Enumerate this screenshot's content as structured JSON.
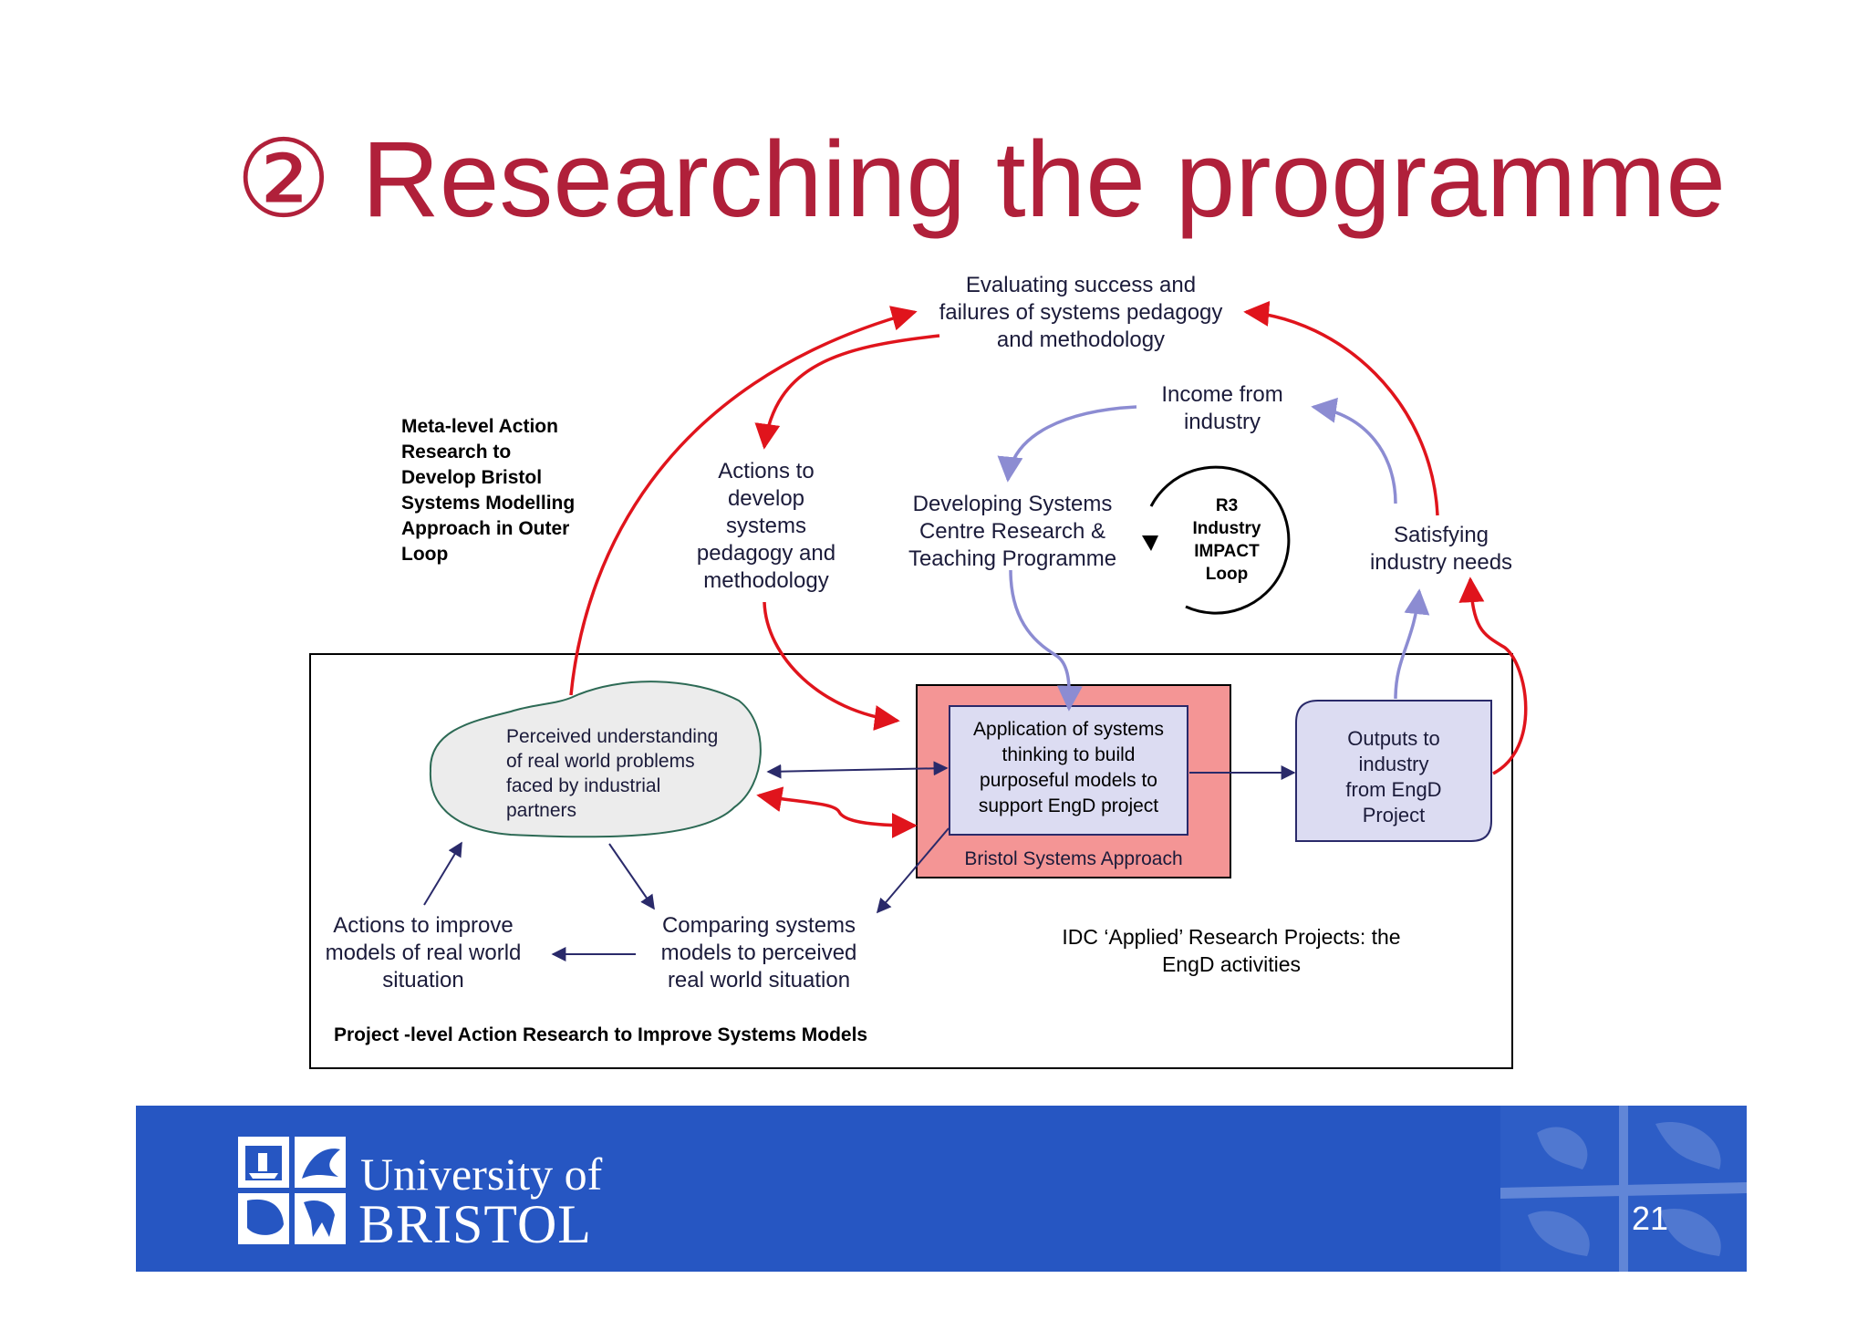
{
  "slide": {
    "title": "② Researching the programme",
    "page_number": "21"
  },
  "nodes": {
    "evaluating": [
      "Evaluating success and",
      "failures of systems pedagogy",
      "and methodology"
    ],
    "income": [
      "Income from",
      "industry"
    ],
    "meta_level": [
      "Meta-level Action",
      "Research to",
      "Develop Bristol",
      "Systems  Modelling",
      "Approach in Outer",
      "Loop"
    ],
    "actions_develop": [
      "Actions to",
      "develop",
      "systems",
      "pedagogy and",
      "methodology"
    ],
    "developing_centre": [
      "Developing Systems",
      "Centre Research &",
      "Teaching Programme"
    ],
    "r3_loop": [
      "R3",
      "Industry",
      "IMPACT",
      "Loop"
    ],
    "satisfying": [
      "Satisfying",
      "industry needs"
    ],
    "perceived": [
      "Perceived understanding",
      "of real world problems",
      "faced by industrial",
      "partners"
    ],
    "application": [
      "Application of systems",
      "thinking to build",
      "purposeful  models to",
      "support  EngD project"
    ],
    "bristol_approach": "Bristol Systems Approach",
    "outputs": [
      "Outputs to",
      "industry",
      "from EngD",
      "Project"
    ],
    "actions_improve": [
      "Actions to improve",
      "models of real world",
      "situation"
    ],
    "comparing": [
      "Comparing systems",
      "models to perceived",
      "real world situation"
    ],
    "idc": [
      "IDC ‘Applied’ Research Projects: the",
      "EngD activities"
    ],
    "project_level": "Project -level Action Research to Improve Systems Models"
  },
  "footer": {
    "university_line1": "University of",
    "university_line2": "BRISTOL"
  },
  "colors": {
    "title": "#b0203a",
    "red_arrow": "#e0141c",
    "purple_arrow": "#8c8cd2",
    "navy_arrow": "#2a2a6a",
    "pink_box": "#f49595",
    "lavender_box": "#dcdcf2",
    "cloud_fill": "#ececec",
    "cloud_stroke": "#2d6a55",
    "footer_bg": "#2656c2"
  }
}
